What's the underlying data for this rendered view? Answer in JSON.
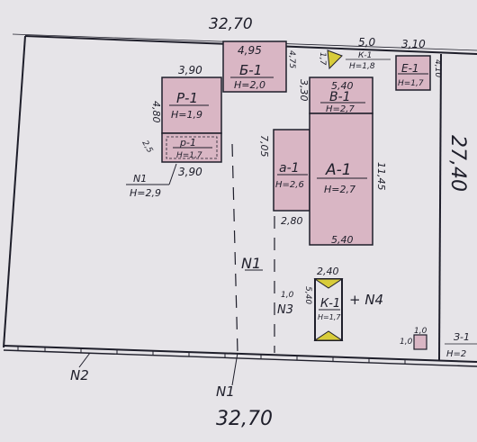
{
  "plot": {
    "width_top": "32,70",
    "width_bottom": "32,70",
    "depth_right": "27,40"
  },
  "buildings": {
    "r1": {
      "name": "Р-1",
      "h": "Н=1,9",
      "w": "3,90",
      "d": "4,80"
    },
    "p1": {
      "name": "р-1",
      "h": "Н=1,7",
      "w": "3,90",
      "side": "2,5"
    },
    "b1": {
      "name": "Б-1",
      "h": "Н=2,0",
      "w": "4,95",
      "d": "4,75"
    },
    "k1": {
      "name": "К-1",
      "h": "Н=1,8",
      "w": "5,0",
      "d": "1,7"
    },
    "e1": {
      "name": "Е-1",
      "h": "Н=1,7",
      "w": "3,10",
      "d": "4,10"
    },
    "v1": {
      "name": "В-1",
      "h": "Н=2,7",
      "w": "5,40",
      "d": "3,30"
    },
    "a1": {
      "name": "а-1",
      "h": "Н=2,6",
      "w": "2,80",
      "d": "7,05"
    },
    "a_main": {
      "name": "А-1",
      "h": "Н=2,7",
      "w": "5,40",
      "d": "11,45"
    },
    "kw": {
      "name": "К-1",
      "h": "Н=1,7",
      "w": "2,40",
      "d": "5,40",
      "small": "1,0"
    },
    "z1": {
      "name": "З-1",
      "h": "Н=2",
      "w": "1,0",
      "d": "1,0"
    }
  },
  "fence_n1_label": "N1",
  "fence_n1_height": "Н=2,9",
  "labels": {
    "n1_inside": "N1",
    "n1_bottom": "N1",
    "n2": "N2",
    "n3": "N3",
    "n4": "+ N4"
  },
  "colors": {
    "paper": "#e6e4e8",
    "ink": "#1e1e2a",
    "building_fill": "#d9b6c4",
    "marker_fill": "#d8cc3a"
  }
}
